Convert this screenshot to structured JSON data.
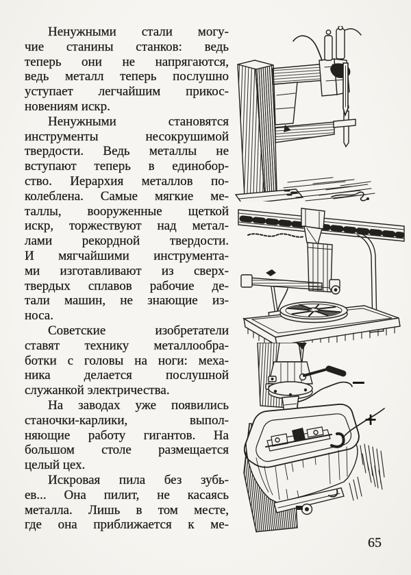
{
  "page": {
    "number": "65"
  },
  "colors": {
    "paper": "#f4f3ef",
    "ink": "#23211e"
  },
  "content": {
    "lines": [
      {
        "text": "Ненужными стали могу-",
        "indent": true
      },
      {
        "text": "чие станины станков: ведь"
      },
      {
        "text": "теперь они не напрягаются,"
      },
      {
        "text": "ведь металл теперь послушно"
      },
      {
        "text": "уступает легчайшим прикос-"
      },
      {
        "text": "новениям искр.",
        "end": true
      },
      {
        "text": "Ненужными становятся",
        "indent": true
      },
      {
        "text": "инструменты несокрушимой"
      },
      {
        "text": "твердости. Ведь металлы не"
      },
      {
        "text": "вступают теперь в единобор-"
      },
      {
        "text": "ство. Иерархия металлов по-"
      },
      {
        "text": "колеблена. Самые мягкие ме-"
      },
      {
        "text": "таллы, вооруженные щеткой"
      },
      {
        "text": "искр, торжествуют над метал-"
      },
      {
        "text": "лами рекордной твердости."
      },
      {
        "text": "И мягчайшими инструмента-"
      },
      {
        "text": "ми изготавливают из сверх-"
      },
      {
        "text": "твердых сплавов рабочие де-"
      },
      {
        "text": "тали машин, не знающие из-"
      },
      {
        "text": "носа.",
        "end": true
      },
      {
        "text": "Советские изобретатели",
        "indent": true
      },
      {
        "text": "ставят технику металлообра-"
      },
      {
        "text": "ботки с головы на ноги: меха-"
      },
      {
        "text": "ника делается послушной"
      },
      {
        "text": "служанкой электричества.",
        "end": true
      },
      {
        "text": "На заводах уже появились",
        "indent": true
      },
      {
        "text": "станочки-карлики, выпол-"
      },
      {
        "text": "няющие работу гигантов. На"
      },
      {
        "text": "большом столе размещается"
      },
      {
        "text": "целый цех.",
        "end": true
      },
      {
        "text": "Искровая пила без зубь-",
        "indent": true
      },
      {
        "text": "ев... Она пилит, не касаясь"
      },
      {
        "text": "металла. Лишь в том месте,"
      },
      {
        "text": "где она приближается к ме-"
      }
    ]
  },
  "illustrations": {
    "top": {
      "name": "stationary-spark-machine-engraving"
    },
    "middle": {
      "name": "suspended-spark-cutter-with-disc-engraving"
    },
    "bottom": {
      "name": "spark-erosion-bath-machine-engraving",
      "minus_label": "−",
      "plus_label": "+"
    }
  }
}
